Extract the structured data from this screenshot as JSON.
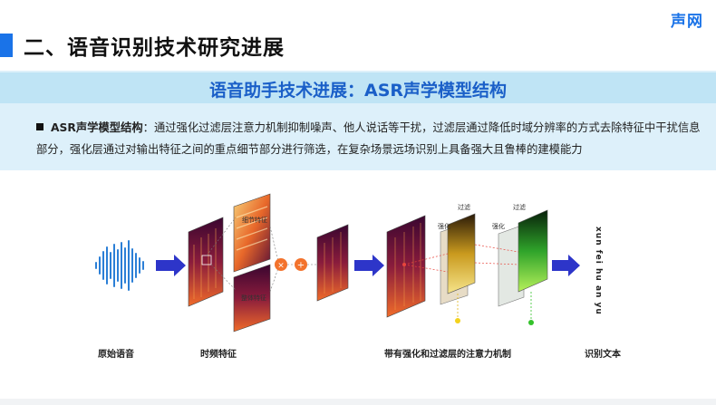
{
  "header": {
    "brand": "声网",
    "title": "二、语音识别技术研究进展"
  },
  "panel": {
    "subtitle": "语音助手技术进展：ASR声学模型结构",
    "bullet_label": "ASR声学模型结构",
    "bullet_colon": "：",
    "bullet_text": "通过强化过滤层注意力机制抑制噪声、他人说话等干扰，过滤层通过降低时域分辨率的方式去除特征中干扰信息部分，强化层通过对输出特征之间的重点细节部分进行筛选，在复杂场景远场识别上具备强大且鲁棒的建模能力"
  },
  "diagram": {
    "labels": {
      "detail_feature": "细节特征",
      "overall_feature": "整体特征",
      "strengthen_1": "强化",
      "filter_1": "过滤",
      "strengthen_2": "强化",
      "filter_2": "过滤"
    },
    "output_text": "xun fei hu an yu",
    "captions": {
      "raw_speech": "原始语音",
      "time_freq": "时频特征",
      "attention": "带有强化和过滤层的注意力机制",
      "recognized_text": "识别文本"
    },
    "colors": {
      "arrow": "#2d35c9",
      "waveform": "#2b7fd6",
      "op_node": "#f3732d",
      "heatmap": "#4a0a3a"
    }
  }
}
